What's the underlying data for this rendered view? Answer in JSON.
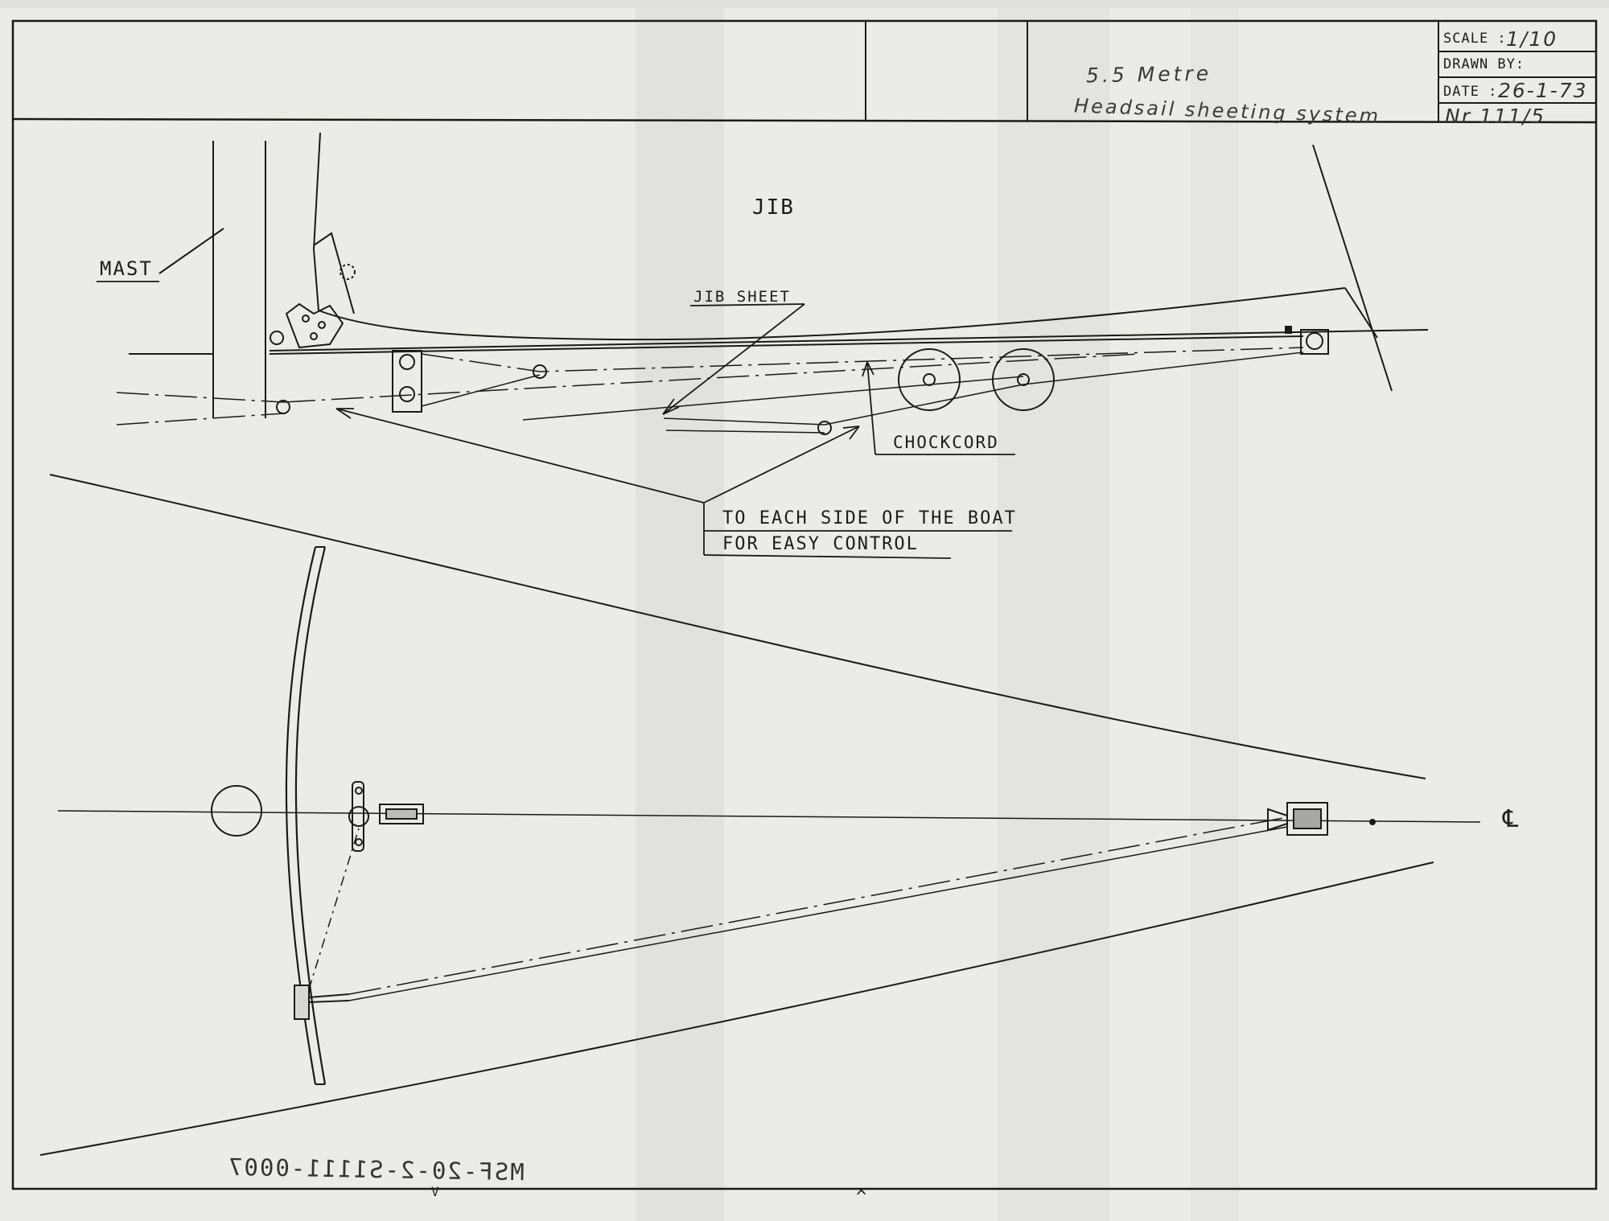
{
  "title_block": {
    "title_line1": "5.5 Metre",
    "title_line2": "Headsail sheeting system",
    "scale_label": "SCALE :",
    "scale_value": "1/10",
    "drawn_by_label": "DRAWN BY:",
    "drawn_by_value": "",
    "date_label": "DATE :",
    "date_value": "26-1-73",
    "number_value": "Nr 111/5"
  },
  "labels": {
    "jib": "JIB",
    "mast": "MAST",
    "jib_sheet": "JIB SHEET",
    "chockcord": "CHOCKCORD",
    "note_line1": "TO EACH SIDE OF THE BOAT",
    "note_line2": "FOR EASY CONTROL",
    "centerline": "℄"
  },
  "stamp": "MSF-20-2-S1111-0007",
  "marks": {
    "bottom_tick": "V",
    "bottom_arrow": "^"
  },
  "colors": {
    "paper": "#ecebe5",
    "ink": "#1a1a1a"
  }
}
